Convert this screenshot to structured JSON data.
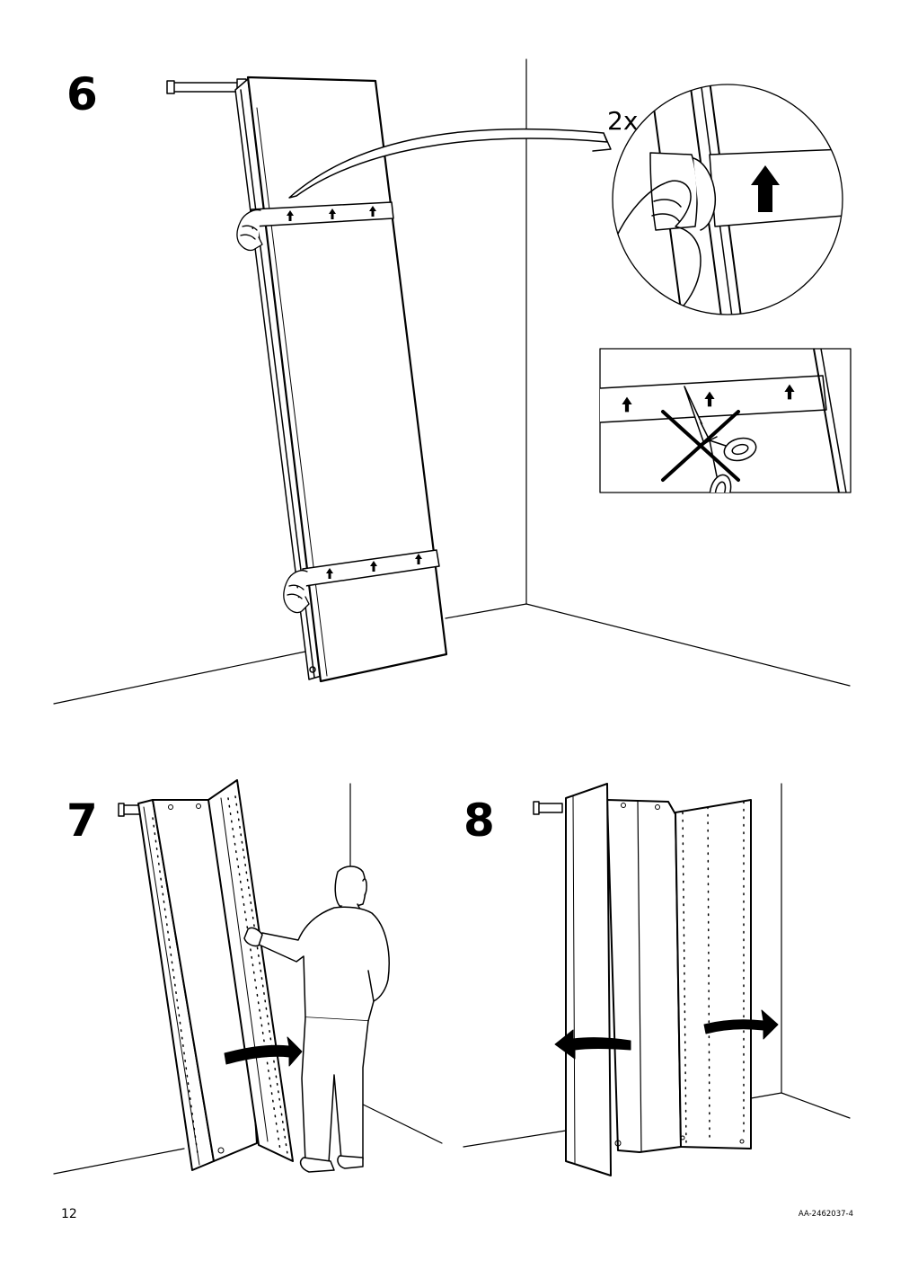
{
  "steps": [
    {
      "number": "6",
      "multiplier": "2x"
    },
    {
      "number": "7"
    },
    {
      "number": "8"
    }
  ],
  "footer": {
    "page_number": "12",
    "document_code": "AA-2462037-4"
  }
}
